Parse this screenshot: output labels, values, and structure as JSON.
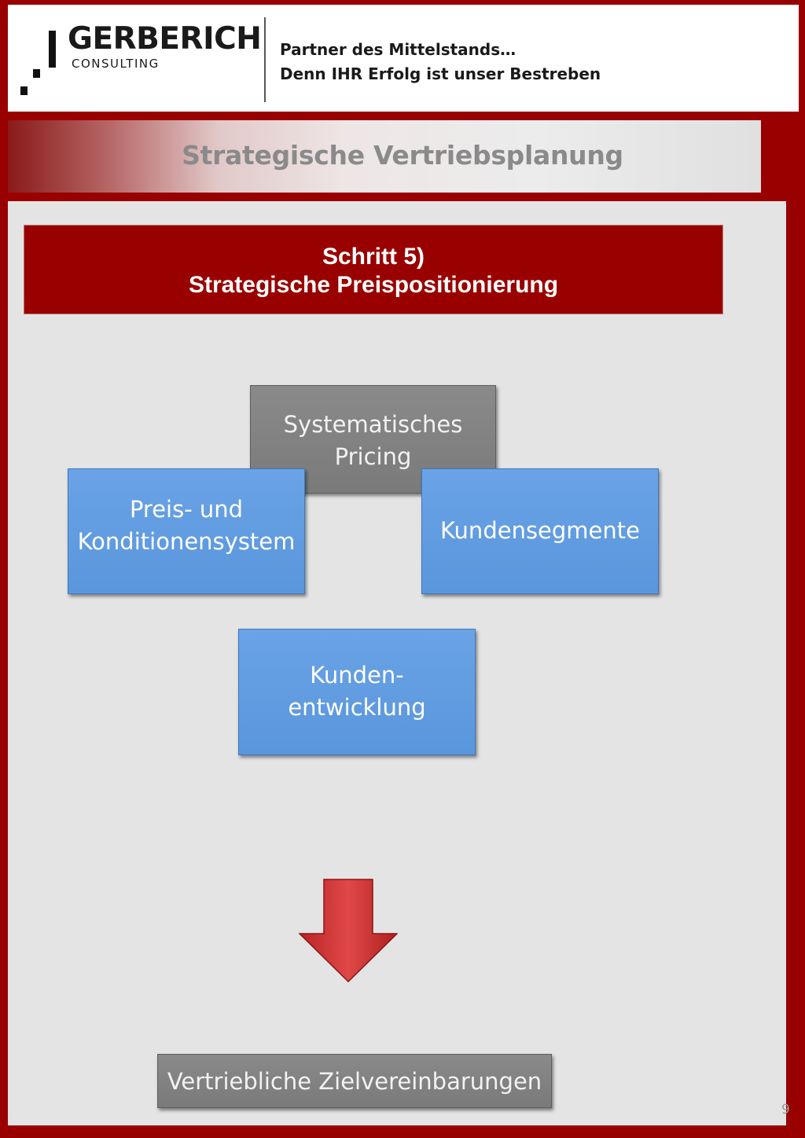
{
  "header": {
    "logo": {
      "name": "GERBERICH",
      "subtitle": "CONSULTING"
    },
    "tagline_line1": "Partner des Mittelstands…",
    "tagline_line2": "Denn IHR Erfolg ist unser Bestreben"
  },
  "banner": {
    "title": "Strategische Vertriebsplanung"
  },
  "step": {
    "line1": "Schritt 5)",
    "line2": "Strategische Preispositionierung"
  },
  "diagram": {
    "box_pricing": "Systematisches\nPricing",
    "box_preis": "Preis- und\nKonditionensystem",
    "box_kundensegmente": "Kundensegmente",
    "box_kundenentwicklung": "Kunden-\nentwicklung"
  },
  "result": {
    "label": "Vertriebliche Zielvereinbarungen"
  },
  "page_number": "9",
  "colors": {
    "brand_red": "#990000",
    "box_blue": "#5a96dc",
    "box_grey": "#7f7f7f",
    "arrow_red": "#d23a3a",
    "panel_grey": "#e4e4e4"
  }
}
